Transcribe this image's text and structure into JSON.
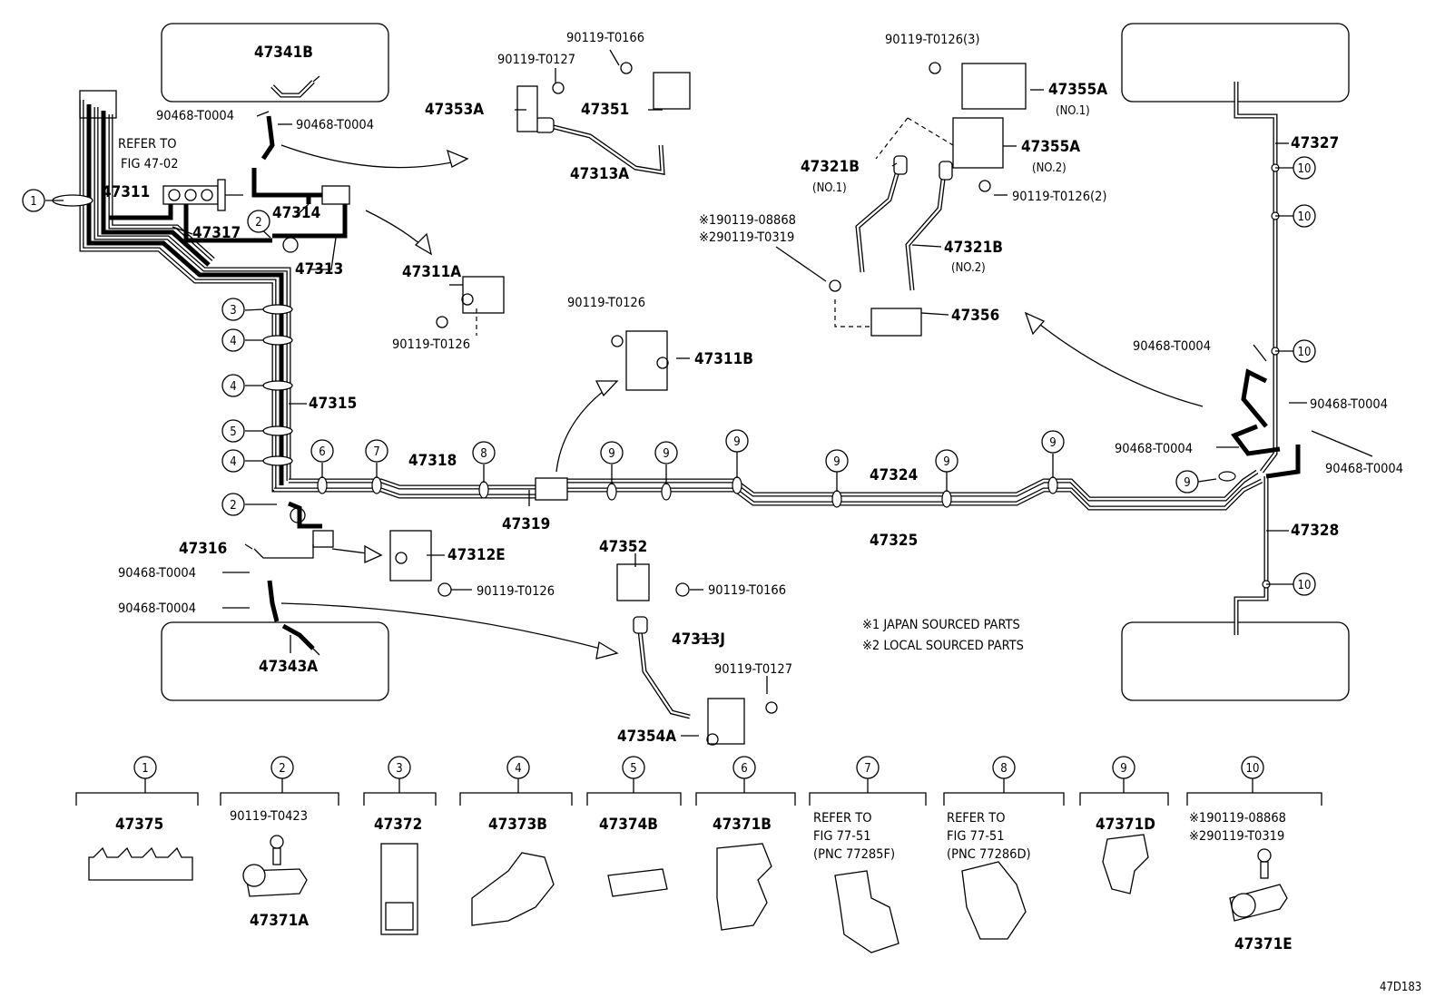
{
  "diagram_id": "47D183",
  "notes": [
    "※1 JAPAN SOURCED PARTS",
    "※2 LOCAL SOURCED PARTS"
  ],
  "labels": {
    "p47341B": "47341B",
    "p90468a": "90468-T0004",
    "p90468b": "90468-T0004",
    "refer1": "REFER TO",
    "refer2": "FIG 47-02",
    "p47311": "47311",
    "p47317": "47317",
    "p47314": "47314",
    "p47313": "47313",
    "p47315": "47315",
    "p47318": "47318",
    "p47319": "47319",
    "p47316": "47316",
    "p90468c": "90468-T0004",
    "p90468d": "90468-T0004",
    "p47343A": "47343A",
    "p47312E": "47312E",
    "p90119_T0126_a": "90119-T0126",
    "p90119_T0166_a": "90119-T0166",
    "p90119_T0127_a": "90119-T0127",
    "p47353A": "47353A",
    "p47351": "47351",
    "p47313A": "47313A",
    "p47311A": "47311A",
    "p90119_T0126_b": "90119-T0126",
    "p90119_T0126_c": "90119-T0126",
    "p47311B": "47311B",
    "p47352": "47352",
    "p90119_T0166_b": "90119-T0166",
    "p47313J": "47313J",
    "p90119_T0127_b": "90119-T0127",
    "p47354A": "47354A",
    "p90119_T0126_3": "90119-T0126(3)",
    "p47355A": "47355A",
    "no1a": "(NO.1)",
    "p47355A2": "47355A",
    "no2a": "(NO.2)",
    "p90119_T0126_2": "90119-T0126(2)",
    "p47321B1": "47321B",
    "no1b": "(NO.1)",
    "alt1": "※190119-08868",
    "alt2": "※290119-T0319",
    "p47321B2": "47321B",
    "no2b": "(NO.2)",
    "p47356": "47356",
    "p47327": "47327",
    "p47324": "47324",
    "p47325": "47325",
    "p47328": "47328",
    "p90468e": "90468-T0004",
    "p90468f": "90468-T0004",
    "p90468g": "90468-T0004",
    "p90468h": "90468-T0004"
  },
  "callouts": [
    "1",
    "2",
    "3",
    "4",
    "4",
    "5",
    "4",
    "2",
    "6",
    "7",
    "8",
    "9",
    "9",
    "9",
    "9",
    "9",
    "9",
    "9",
    "10",
    "10",
    "10",
    "10",
    "2"
  ],
  "legend": [
    {
      "num": "1",
      "part": "47375",
      "sub": ""
    },
    {
      "num": "2",
      "part": "90119-T0423",
      "sub": "47371A"
    },
    {
      "num": "3",
      "part": "47372",
      "sub": ""
    },
    {
      "num": "4",
      "part": "47373B",
      "sub": ""
    },
    {
      "num": "5",
      "part": "47374B",
      "sub": ""
    },
    {
      "num": "6",
      "part": "47371B",
      "sub": ""
    },
    {
      "num": "7",
      "part": "REFER TO",
      "line2": "FIG 77-51",
      "line3": "(PNC 77285F)"
    },
    {
      "num": "8",
      "part": "REFER TO",
      "line2": "FIG 77-51",
      "line3": "(PNC 77286D)"
    },
    {
      "num": "9",
      "part": "47371D",
      "sub": ""
    },
    {
      "num": "10",
      "part": "※190119-08868",
      "line2": "※290119-T0319",
      "sub": "47371E"
    }
  ]
}
